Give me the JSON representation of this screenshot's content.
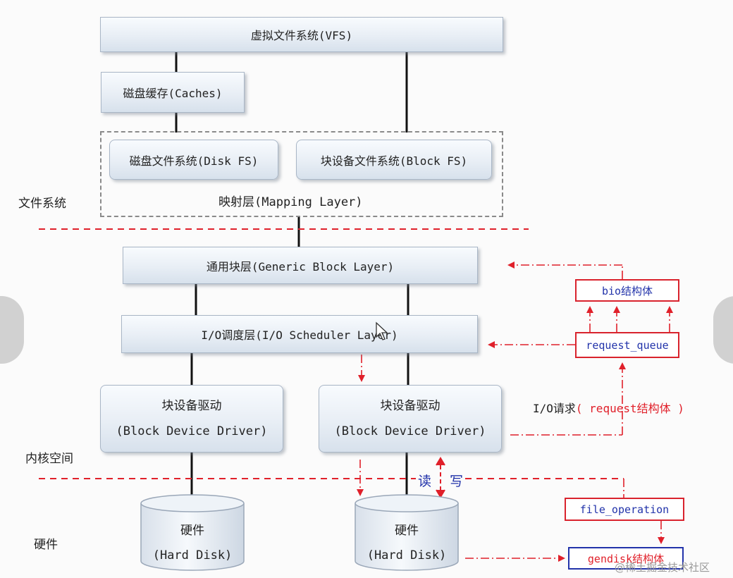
{
  "vfs": "虚拟文件系统(VFS)",
  "caches": "磁盘缓存(Caches)",
  "disk_fs": "磁盘文件系统(Disk FS)",
  "block_fs": "块设备文件系统(Block FS)",
  "mapping_layer": "映射层(Mapping Layer)",
  "generic_block": "通用块层(Generic Block Layer)",
  "io_scheduler": "I/O调度层(I/O Scheduler Layer)",
  "driver_left": {
    "line1": "块设备驱动",
    "line2": "(Block Device Driver)"
  },
  "driver_right": {
    "line1": "块设备驱动",
    "line2": "(Block Device Driver)"
  },
  "disk_left": {
    "line1": "硬件",
    "line2": "(Hard Disk)"
  },
  "disk_right": {
    "line1": "硬件",
    "line2": "(Hard Disk)"
  },
  "regions": {
    "fs": "文件系统",
    "kernel": "内核空间",
    "hardware": "硬件"
  },
  "read_label": "读",
  "write_label": "写",
  "bio": "bio结构体",
  "request_queue": "request_queue",
  "io_request": {
    "prefix": "I/O请求",
    "detail": "( request结构体 )"
  },
  "file_operation": "file_operation",
  "gendisk": "gendisk结构体",
  "watermark": "@稀土掘金技术社区",
  "colors": {
    "red": "#e0202a",
    "line": "#111111",
    "dashed_gray": "#8a8a8a",
    "blue_text": "#2233aa"
  }
}
